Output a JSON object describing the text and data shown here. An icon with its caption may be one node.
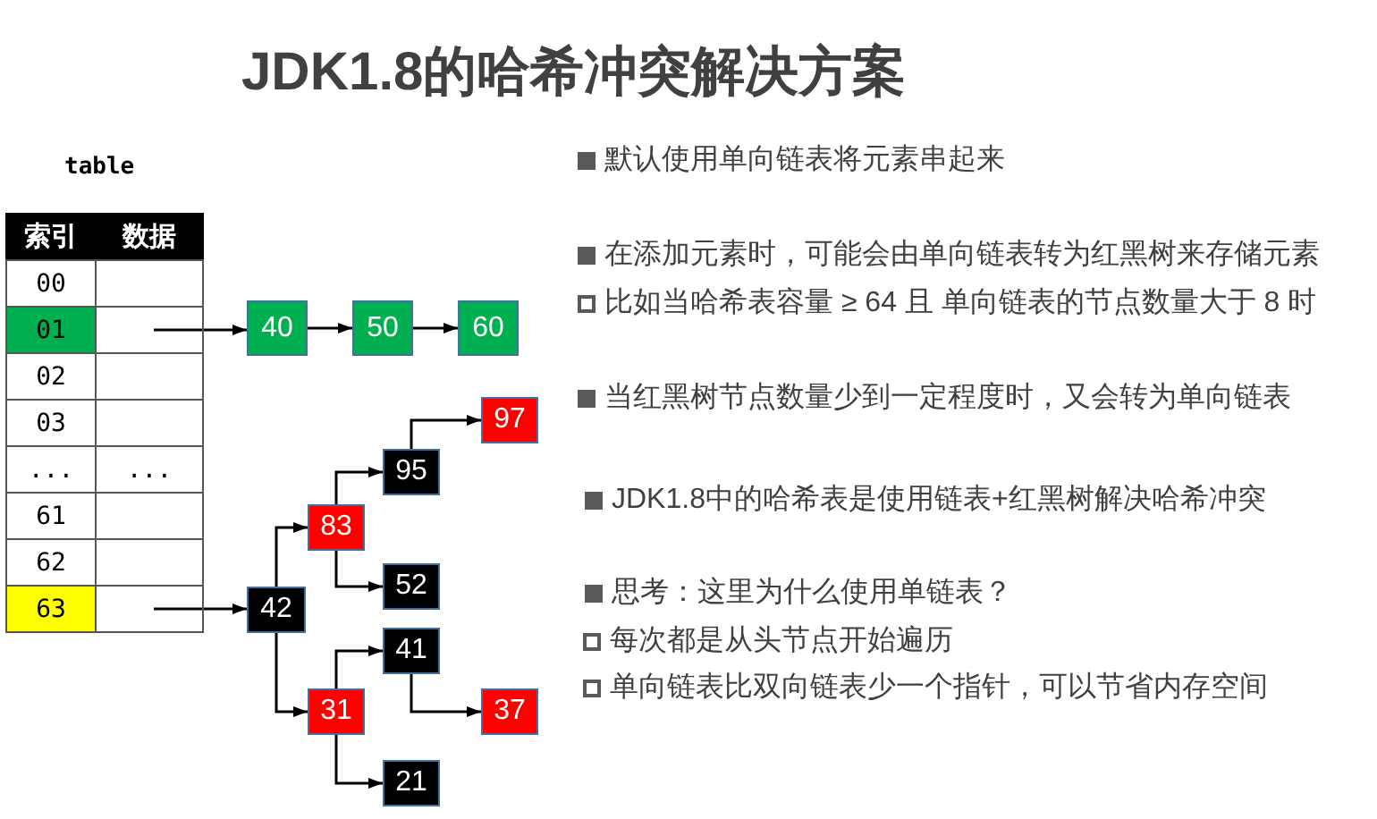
{
  "diagram": {
    "title": "JDK1.8的哈希冲突解决方案",
    "nodes": [
      {
        "text": [],
        "shape": "box"
      },
      {
        "text": [
          "40"
        ]
      },
      {
        "text": [
          "50"
        ]
      },
      {
        "text": [
          "60"
        ]
      },
      {
        "text": [],
        "shape": "box"
      },
      {
        "text": [
          "42"
        ]
      },
      {
        "text": [
          "83"
        ]
      },
      {
        "text": [
          "95"
        ]
      },
      {
        "text": [
          "97"
        ]
      },
      {
        "text": [
          "52"
        ]
      },
      {
        "text": [
          "31"
        ]
      },
      {
        "text": [
          "41"
        ]
      },
      {
        "text": [
          "37"
        ]
      },
      {
        "text": [
          "21"
        ]
      }
    ],
    "edges": [
      {
        "from": 0,
        "to": 1,
        "arrow": "to"
      },
      {
        "from": 1,
        "to": 2,
        "arrow": "to"
      },
      {
        "from": 2,
        "to": 3,
        "arrow": "to"
      },
      {
        "from": 4,
        "to": 5,
        "arrow": "to"
      },
      {
        "from": 5,
        "to": 6,
        "arrow": "to"
      },
      {
        "from": 6,
        "to": 7,
        "arrow": "to"
      },
      {
        "from": 7,
        "to": 8,
        "arrow": "to"
      },
      {
        "from": 6,
        "to": 9,
        "arrow": "to"
      },
      {
        "from": 5,
        "to": 10,
        "arrow": "to"
      },
      {
        "from": 10,
        "to": 11,
        "arrow": "to"
      },
      {
        "from": 11,
        "to": 12,
        "arrow": "to"
      },
      {
        "from": 10,
        "to": 13,
        "arrow": "to"
      }
    ],
    "labels": [
      "table",
      "索引",
      "数据",
      "00",
      "01",
      "02",
      "03",
      "...",
      "...",
      "61",
      "62",
      "63",
      "默认使用单向链表将元素串起来",
      "在添加元素时，可能会由单向链表转为红黑树来存储元素",
      "比如当哈希表容量 ≥ 64 且 单向链表的节点数量大于 8 时",
      "当红黑树节点数量少到一定程度时，又会转为单向链表",
      "JDK1.8中的哈希表是使用链表+红黑树解决哈希冲突",
      "思考：这里为什么使用单链表？",
      "每次都是从头节点开始遍历",
      "单向链表比双向链表少一个指针，可以节省内存空间"
    ]
  }
}
